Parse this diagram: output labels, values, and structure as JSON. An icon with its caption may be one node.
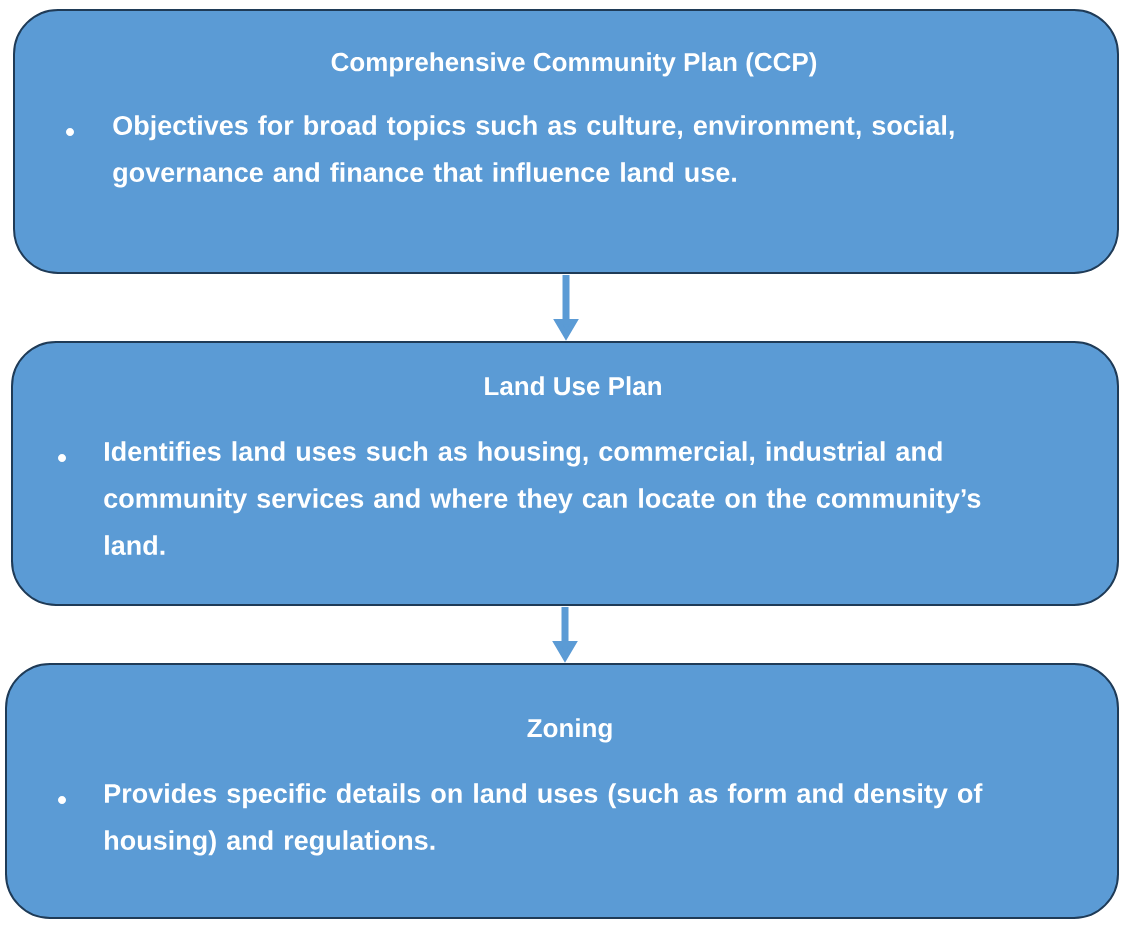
{
  "diagram": {
    "nodes": [
      {
        "text": [
          "Comprehensive Community Plan (CCP)",
          "Objectives for broad topics such as culture, environment, social, governance and finance that influence land use."
        ]
      },
      {
        "text": [
          "Land Use Plan",
          "Identifies land uses such as housing, commercial, industrial and community services and where they can locate on the community’s land."
        ]
      },
      {
        "text": [
          "Zoning",
          "Provides specific details on land uses (such as form and density of housing) and regulations."
        ]
      }
    ],
    "edges": [
      {
        "from": 0,
        "to": 1,
        "arrow": "to"
      },
      {
        "from": 1,
        "to": 2,
        "arrow": "to"
      }
    ]
  }
}
